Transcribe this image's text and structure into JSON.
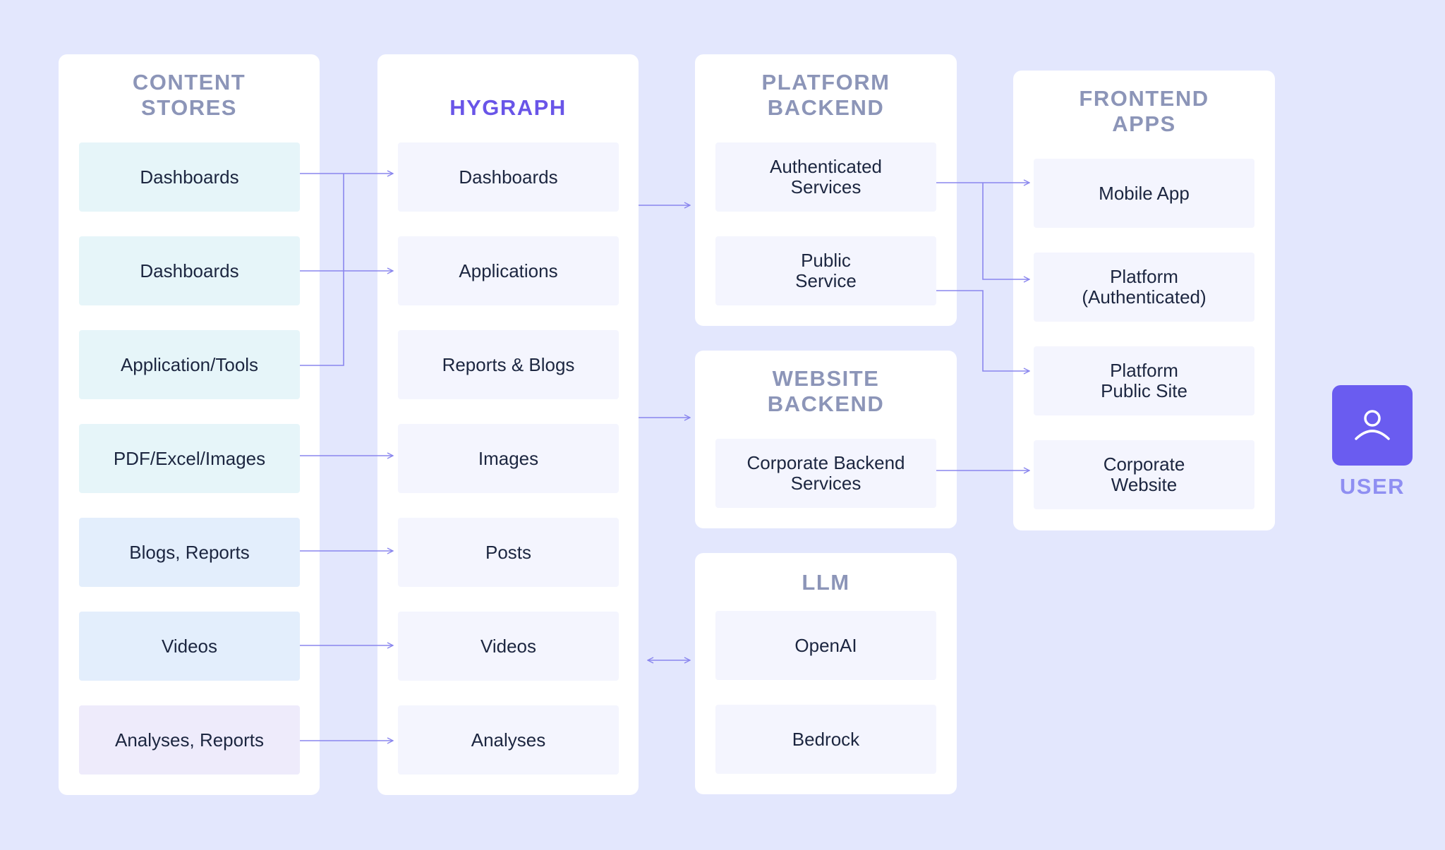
{
  "content_stores": {
    "title": "CONTENT\nSTORES",
    "items": [
      "Dashboards",
      "Dashboards",
      "Application/Tools",
      "PDF/Excel/Images",
      "Blogs, Reports",
      "Videos",
      "Analyses, Reports"
    ]
  },
  "hygraph": {
    "title": "HYGRAPH",
    "items": [
      "Dashboards",
      "Applications",
      "Reports & Blogs",
      "Images",
      "Posts",
      "Videos",
      "Analyses"
    ]
  },
  "platform_backend": {
    "title": "PLATFORM\nBACKEND",
    "items": [
      "Authenticated\nServices",
      "Public\nService"
    ]
  },
  "website_backend": {
    "title": "WEBSITE\nBACKEND",
    "items": [
      "Corporate Backend\nServices"
    ]
  },
  "llm": {
    "title": "LLM",
    "items": [
      "OpenAI",
      "Bedrock"
    ]
  },
  "frontend_apps": {
    "title": "FRONTEND\nAPPS",
    "items": [
      "Mobile App",
      "Platform\n(Authenticated)",
      "Platform\nPublic Site",
      "Corporate\nWebsite"
    ]
  },
  "user": {
    "label": "USER",
    "icon": "user-icon"
  },
  "colors": {
    "background": "#e3e7fd",
    "panel": "#ffffff",
    "connector": "#8a86ee",
    "accent": "#6955e8",
    "user_tile": "#6a5cf0",
    "store_teal": "#e6f5f9",
    "store_blue": "#e3eefc",
    "store_purple": "#eeebfb",
    "node_light": "#f4f5fe"
  }
}
